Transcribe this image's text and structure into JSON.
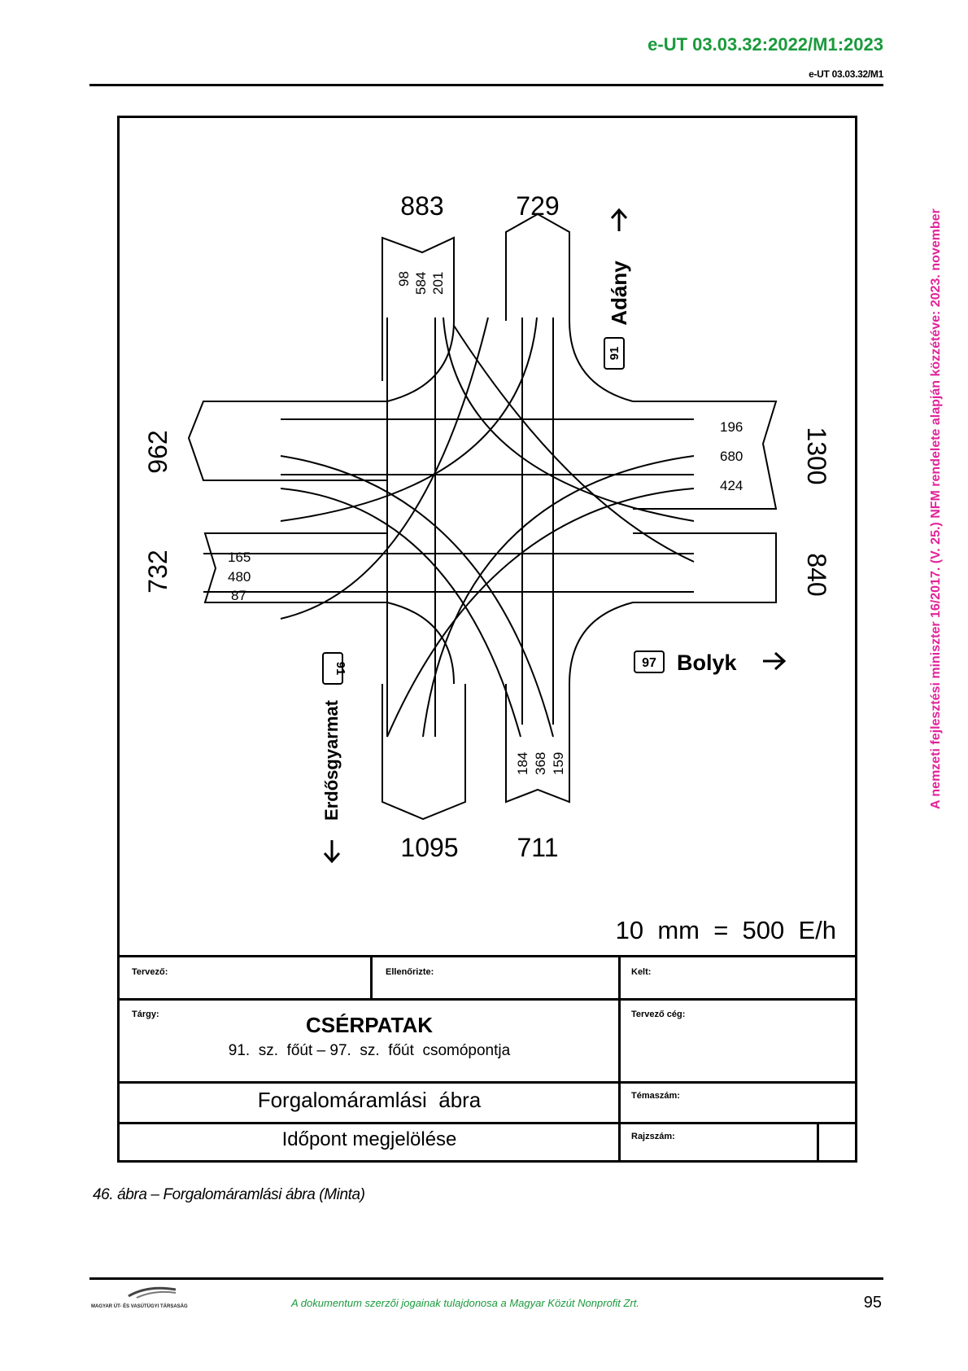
{
  "header": {
    "doc_code": "e-UT 03.03.32:2022/M1:2023",
    "doc_subcode": "e-UT 03.03.32/M1"
  },
  "side_note": "A nemzeti fejlesztési miniszter 16/2017. (V. 25.) NFM rendelete alapján közzétéve: 2023. november",
  "diagram": {
    "north": {
      "total_in": "883",
      "total_out": "729",
      "turns": [
        "98",
        "584",
        "201"
      ]
    },
    "south": {
      "total_in": "1095",
      "total_out": "711",
      "turns": [
        "184",
        "368",
        "159"
      ]
    },
    "west": {
      "total_in": "962",
      "total_out": "732",
      "turns": [
        "165",
        "480",
        "87"
      ]
    },
    "east": {
      "total_in": "1300",
      "total_out": "840",
      "turns": [
        "196",
        "680",
        "424"
      ]
    },
    "directions": {
      "adany": {
        "road": "91",
        "name": "Adány"
      },
      "bolyk": {
        "road": "97",
        "name": "Bolyk"
      },
      "erdosgyarmat": {
        "road": "91",
        "name": "Erdősgyarmat"
      }
    },
    "scale": "10  mm  =  500  E/h"
  },
  "title_block": {
    "designer_label": "Tervező:",
    "checked_label": "Ellenőrizte:",
    "date_label": "Kelt:",
    "subject_label": "Tárgy:",
    "company_label": "Tervező  cég:",
    "title": "CSÉRPATAK",
    "subtitle": "91.  sz.  főút – 97.  sz.  főút  csomópontja",
    "topic_no_label": "Témaszám:",
    "flow_label": "Forgalomáramlási  ábra",
    "drawing_no_label": "Rajzszám:",
    "time_label": "Időpont megjelölése"
  },
  "caption": "46. ábra – Forgalomáramlási ábra (Minta)",
  "footer": {
    "logo_text": "MAGYAR ÚT- ÉS VASÚTÜGYI TÁRSASÁG",
    "copyright": "A dokumentum szerzői jogainak tulajdonosa a Magyar Közút Nonprofit Zrt.",
    "page": "95"
  }
}
